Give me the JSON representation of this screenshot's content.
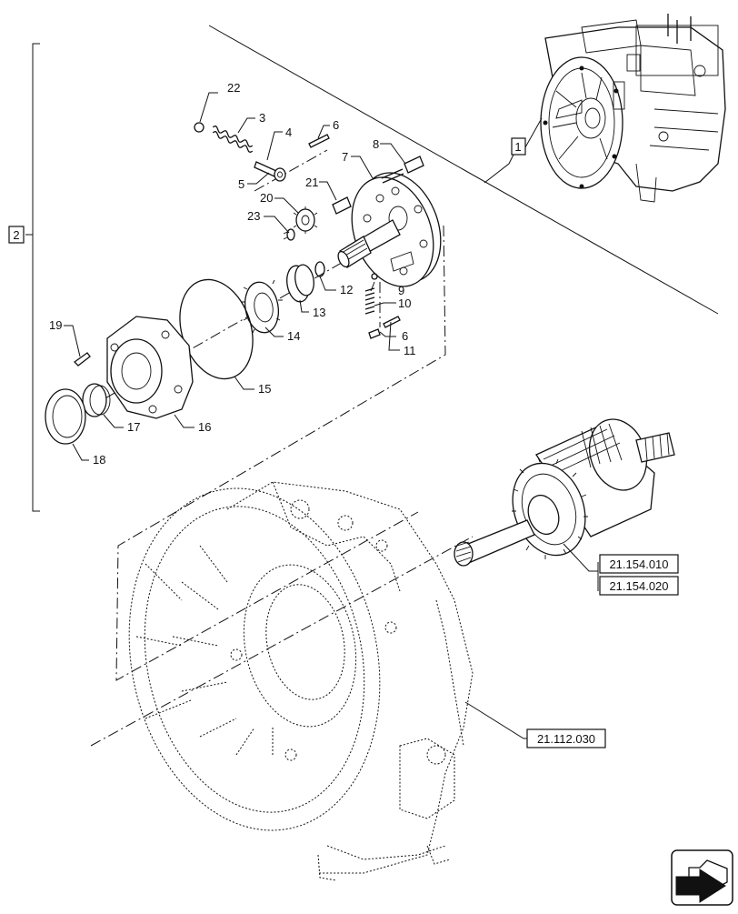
{
  "diagram": {
    "callouts": [
      "1",
      "2",
      "3",
      "4",
      "5",
      "6",
      "7",
      "8",
      "9",
      "10",
      "11",
      "12",
      "13",
      "14",
      "15",
      "16",
      "17",
      "18",
      "19",
      "20",
      "21",
      "22",
      "23"
    ],
    "refs": {
      "clutch_pack_1": "21.154.010",
      "clutch_pack_2": "21.154.020",
      "housing": "21.112.030"
    },
    "nav_icon": "arrow-down-left-icon"
  }
}
